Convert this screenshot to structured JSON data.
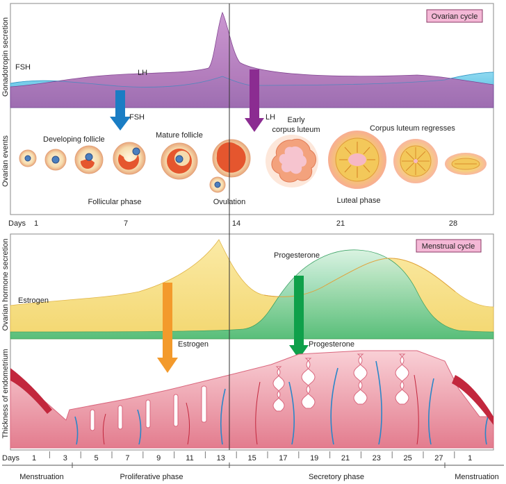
{
  "top_panel": {
    "badge": "Ovarian cycle",
    "y_labels": [
      "Gonadotropin secretion",
      "Ovarian events"
    ],
    "curve_labels": {
      "fsh": "FSH",
      "lh": "LH"
    },
    "arrow_labels": {
      "fsh": "FSH",
      "lh": "LH"
    },
    "event_labels": {
      "developing": "Developing follicle",
      "mature": "Mature follicle",
      "early_cl_1": "Early",
      "early_cl_2": "corpus luteum",
      "cl_regresses": "Corpus luteum regresses"
    },
    "phase_labels": {
      "follicular": "Follicular phase",
      "ovulation": "Ovulation",
      "luteal": "Luteal phase"
    }
  },
  "days_top": {
    "label": "Days",
    "ticks": [
      "1",
      "7",
      "14",
      "21",
      "28"
    ]
  },
  "bottom_panel": {
    "badge": "Menstrual cycle",
    "y_labels": [
      "Ovarian hormone secretion",
      "Thickness of endometrium"
    ],
    "curve_labels": {
      "estrogen": "Estrogen",
      "progesterone": "Progesterone"
    },
    "arrow_labels": {
      "estrogen": "Estrogen",
      "progesterone": "Progesterone"
    }
  },
  "days_bottom": {
    "label": "Days",
    "ticks": [
      "1",
      "3",
      "5",
      "7",
      "9",
      "11",
      "13",
      "15",
      "17",
      "19",
      "21",
      "23",
      "25",
      "27",
      "1"
    ]
  },
  "phases": [
    "Menstruation",
    "Proliferative phase",
    "Secretory phase",
    "Menstruation"
  ],
  "colors": {
    "fsh": "#5ec6e6",
    "lh": "#b57cc0",
    "estrogen": "#f5e08a",
    "progesterone": "#5fc489",
    "arrow_fsh": "#1a7dc4",
    "arrow_lh": "#8b2c91",
    "arrow_estrogen": "#f39a2c",
    "arrow_progesterone": "#0fa04a",
    "badge": "#f4b8d6",
    "endometrium": "#f7bfc8"
  }
}
